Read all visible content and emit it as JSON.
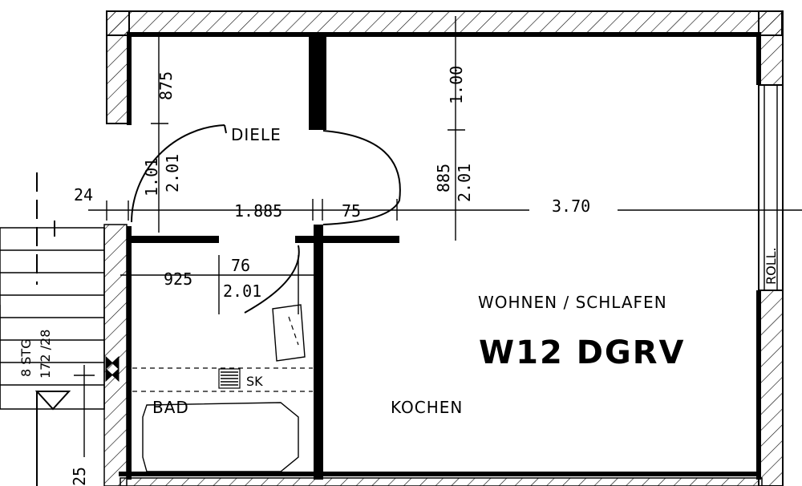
{
  "plan": {
    "unit_name": "W12 DGRV",
    "rooms": {
      "diele": "DIELE",
      "wohnen": "WOHNEN / SCHLAFEN",
      "kochen": "KOCHEN",
      "bad": "BAD",
      "sk": "SK",
      "roll": "ROLL."
    },
    "dimensions": {
      "d_875": "875",
      "d_101": "1.01",
      "d_201_a": "2.01",
      "d_24": "24",
      "d_1885": "1.885",
      "d_75": "75",
      "d_885": "885",
      "d_201_b": "2.01",
      "d_100": "1.00",
      "d_370": "3.70",
      "d_925": "925",
      "d_76": "76",
      "d_201_c": "2.01",
      "d_25": "25"
    },
    "stairs": {
      "stg": "8 STG",
      "ratio": "172 /28"
    }
  }
}
